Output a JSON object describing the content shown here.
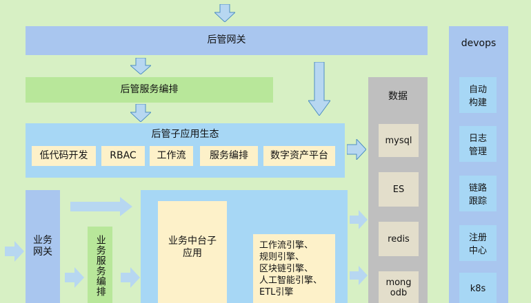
{
  "gateway": "后管网关",
  "orchestration": "后管服务编排",
  "ecosystem": {
    "title": "后管子应用生态",
    "items": [
      "低代码开发",
      "RBAC",
      "工作流",
      "服务编排",
      "数字资产平台"
    ]
  },
  "biz_gateway": "业务\n网关",
  "biz_orchestration": "业务服务编排",
  "middle_app": "业务中台子\n应用",
  "engines": "工作流引擎、\n规则引擎、\n区块链引擎、\n人工智能引擎、\nETL引擎",
  "data": {
    "title": "数据",
    "items": [
      "mysql",
      "ES",
      "redis",
      "mong\nodb"
    ]
  },
  "devops": {
    "title": "devops",
    "items": [
      "自动\n构建",
      "日志\n管理",
      "链路\n跟踪",
      "注册\n中心",
      "k8s"
    ]
  },
  "colors": {
    "blue_bar": "#a9c6ef",
    "green_bar": "#b8e79a",
    "light_blue": "#a7d7f5",
    "cream": "#fdf1c9",
    "gray": "#bfbfbf",
    "khaki": "#e3decb",
    "arrow": "#b7d7f1"
  }
}
